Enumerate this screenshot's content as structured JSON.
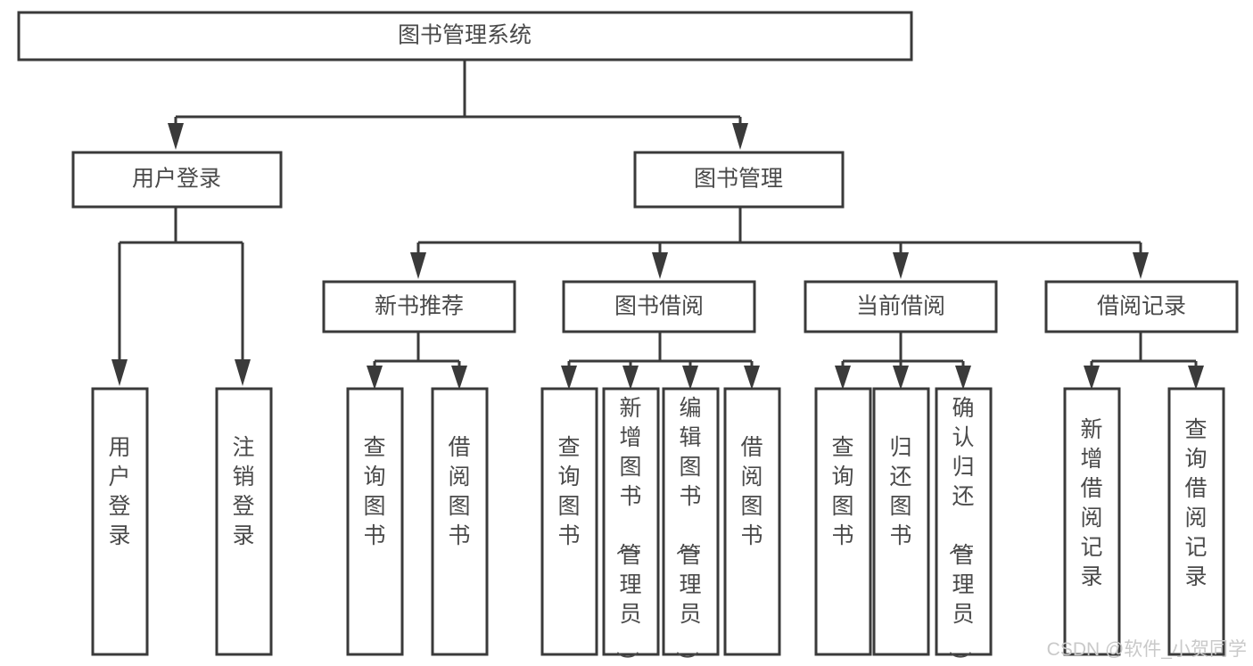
{
  "diagram": {
    "title": "图书管理系统",
    "type": "tree-hierarchy",
    "root": {
      "id": "root",
      "label": "图书管理系统",
      "orientation": "horizontal"
    },
    "level2": [
      {
        "id": "user-login",
        "label": "用户登录",
        "orientation": "horizontal"
      },
      {
        "id": "book-management",
        "label": "图书管理",
        "orientation": "horizontal"
      }
    ],
    "level3": [
      {
        "id": "new-book-recommend",
        "label": "新书推荐",
        "orientation": "horizontal",
        "parent": "book-management"
      },
      {
        "id": "book-borrow",
        "label": "图书借阅",
        "orientation": "horizontal",
        "parent": "book-management"
      },
      {
        "id": "current-borrow",
        "label": "当前借阅",
        "orientation": "horizontal",
        "parent": "book-management"
      },
      {
        "id": "borrow-record",
        "label": "借阅记录",
        "orientation": "horizontal",
        "parent": "book-management"
      }
    ],
    "leaves": [
      {
        "id": "leaf-user-login",
        "label": "用户登录",
        "orientation": "vertical",
        "parent": "user-login"
      },
      {
        "id": "leaf-user-logout",
        "label": "注销登录",
        "orientation": "vertical",
        "parent": "user-login"
      },
      {
        "id": "leaf-query-book-1",
        "label": "查询图书",
        "orientation": "vertical",
        "parent": "new-book-recommend"
      },
      {
        "id": "leaf-borrow-book-1",
        "label": "借阅图书",
        "orientation": "vertical",
        "parent": "new-book-recommend"
      },
      {
        "id": "leaf-query-book-2",
        "label": "查询图书",
        "orientation": "vertical",
        "parent": "book-borrow"
      },
      {
        "id": "leaf-add-book",
        "label": "新增图书（管理员）",
        "orientation": "vertical",
        "parent": "book-borrow"
      },
      {
        "id": "leaf-edit-book",
        "label": "编辑图书（管理员）",
        "orientation": "vertical",
        "parent": "book-borrow"
      },
      {
        "id": "leaf-borrow-book-2",
        "label": "借阅图书",
        "orientation": "vertical",
        "parent": "book-borrow"
      },
      {
        "id": "leaf-query-book-3",
        "label": "查询图书",
        "orientation": "vertical",
        "parent": "current-borrow"
      },
      {
        "id": "leaf-return-book",
        "label": "归还图书",
        "orientation": "vertical",
        "parent": "current-borrow"
      },
      {
        "id": "leaf-confirm-return",
        "label": "确认归还（管理员）",
        "orientation": "vertical",
        "parent": "current-borrow"
      },
      {
        "id": "leaf-add-record",
        "label": "新增借阅记录",
        "orientation": "vertical",
        "parent": "borrow-record"
      },
      {
        "id": "leaf-query-record",
        "label": "查询借阅记录",
        "orientation": "vertical",
        "parent": "borrow-record"
      }
    ]
  },
  "watermark": {
    "text": "CSDN @软件_小贺同学"
  },
  "colors": {
    "box_stroke": "#3a3a3a",
    "box_fill": "#ffffff",
    "text": "#4a4a4a",
    "connector": "#3a3a3a",
    "watermark": "#c9c9c9",
    "background": "#ffffff"
  }
}
